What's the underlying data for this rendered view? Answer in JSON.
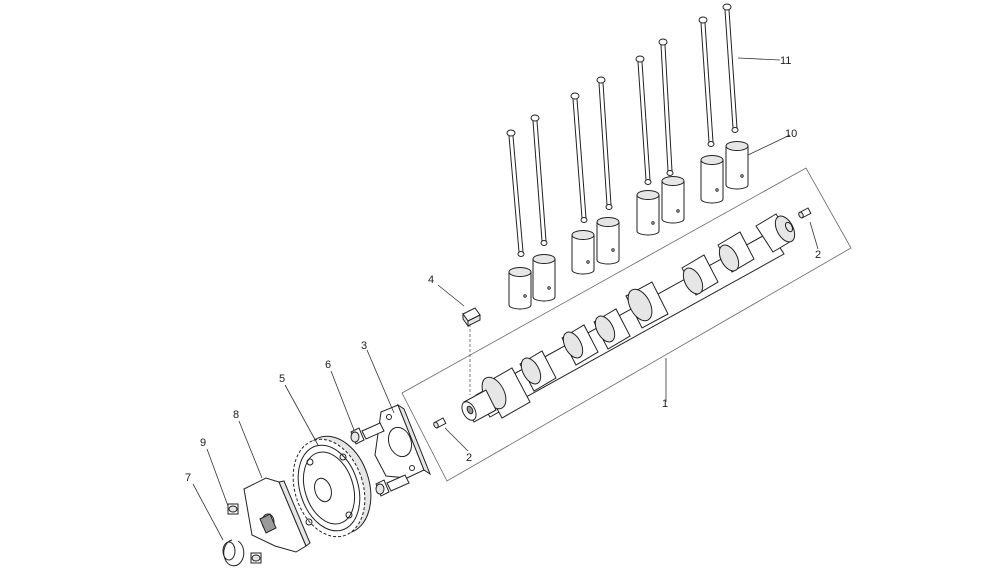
{
  "diagram": {
    "callouts": [
      "1",
      "2",
      "2",
      "3",
      "4",
      "5",
      "6",
      "7",
      "8",
      "9",
      "10",
      "11"
    ]
  }
}
